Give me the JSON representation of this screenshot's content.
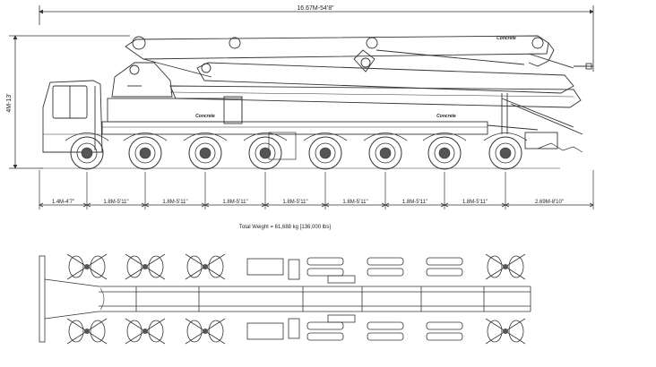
{
  "drawing": {
    "overall_length": "16.67M-54'8\"",
    "overall_height": "4M-13'",
    "boom_brand_1": "Concrete",
    "boom_brand_2": "Concrete",
    "boom_brand_3": "Concrete",
    "spacings": [
      "1.4M-4'7\"",
      "1.8M-5'11\"",
      "1.8M-5'11\"",
      "1.8M-5'11\"",
      "1.8M-5'11\"",
      "1.8M-5'11\"",
      "1.8M-5'11\"",
      "1.8M-5'11\"",
      "2.69M-8'10\""
    ],
    "total_weight": "Total Weight = 61,688 kg [136,000 lbs]"
  }
}
